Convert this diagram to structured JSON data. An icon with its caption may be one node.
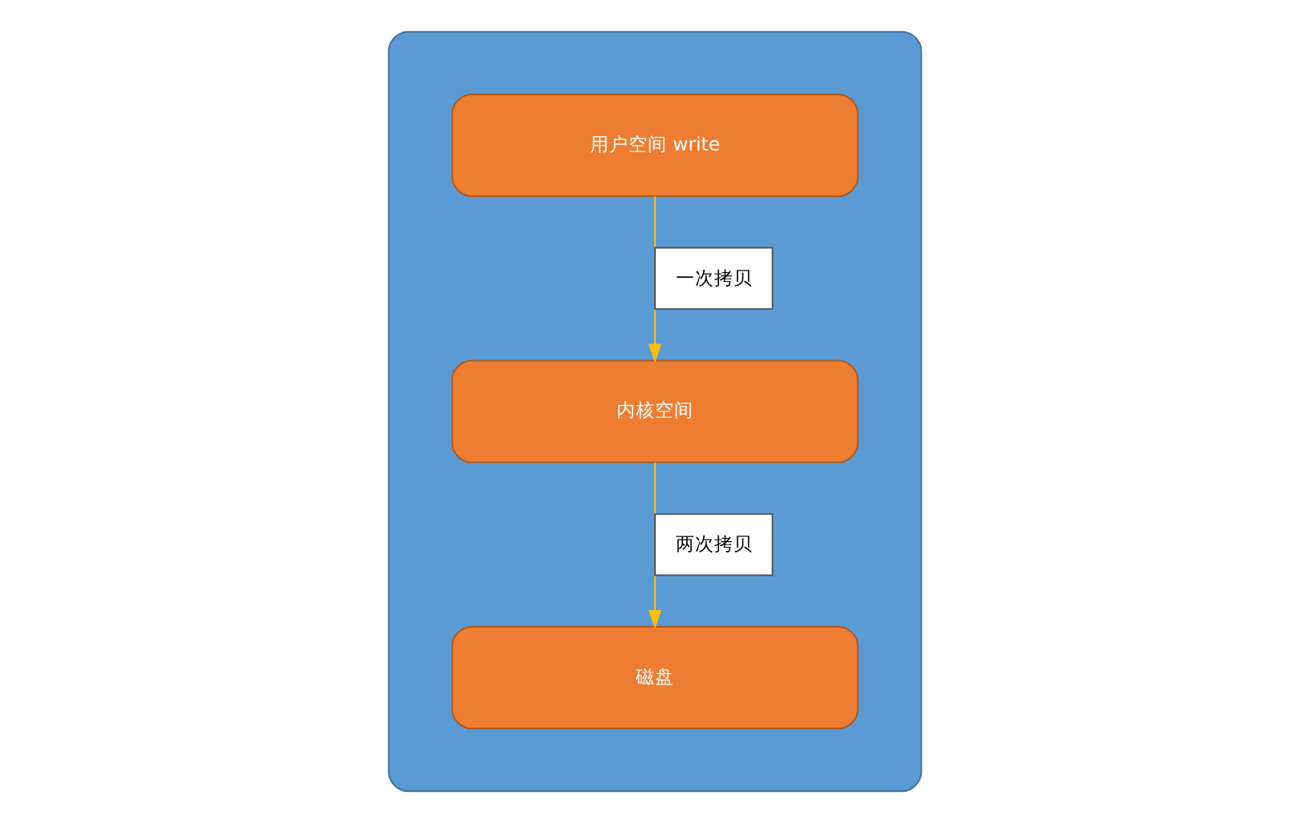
{
  "diagram": {
    "nodes": [
      {
        "text": [],
        "shape": "box"
      },
      {
        "text": [
          "用户空间 write"
        ],
        "in": 0
      },
      {
        "text": [
          "内核空间"
        ],
        "in": 0
      },
      {
        "text": [
          "磁盘"
        ],
        "in": 0
      }
    ],
    "edges": [
      {
        "from": 1,
        "to": 2,
        "arrow": "to",
        "label": "一次拷贝"
      },
      {
        "from": 2,
        "to": 3,
        "arrow": "to",
        "label": "两次拷贝"
      }
    ]
  }
}
